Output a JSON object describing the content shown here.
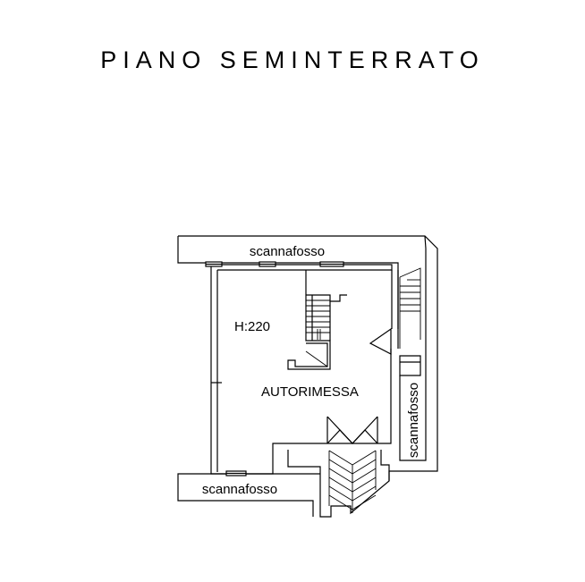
{
  "title": "PIANO SEMINTERRATO",
  "labels": {
    "scannafosso_top": "scannafosso",
    "scannafosso_bottom": "scannafosso",
    "scannafosso_right": "scannafosso",
    "height": "H:220",
    "room": "AUTORIMESSA"
  },
  "colors": {
    "line": "#000000",
    "background": "#ffffff"
  }
}
